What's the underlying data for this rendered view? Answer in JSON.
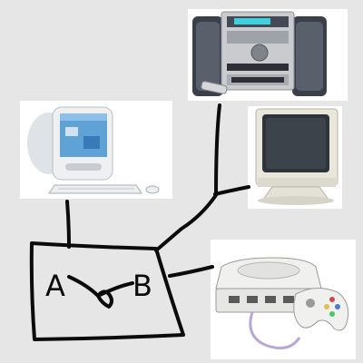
{
  "colors": {
    "background": "#e6e6e6",
    "ink": "#0b0b0b",
    "photo_bg": "#ffffff",
    "device_silver": "#c9cbcf",
    "device_dark": "#3b3f4a",
    "imac_blue": "#5ea2d6",
    "screen_blue": "#3d6fb8",
    "crt_beige": "#e9e6dc",
    "crt_screen": "#2f343b",
    "dreamcast_white": "#f0f0ee",
    "cable_purple": "#b9a7d8"
  },
  "switch_box": {
    "left_label": "A",
    "right_label": "B"
  },
  "devices": [
    {
      "id": "stereo",
      "icon": "stereo-icon"
    },
    {
      "id": "imac",
      "icon": "computer-icon"
    },
    {
      "id": "crt-monitor",
      "icon": "monitor-icon"
    },
    {
      "id": "dreamcast",
      "icon": "game-console-icon"
    }
  ]
}
